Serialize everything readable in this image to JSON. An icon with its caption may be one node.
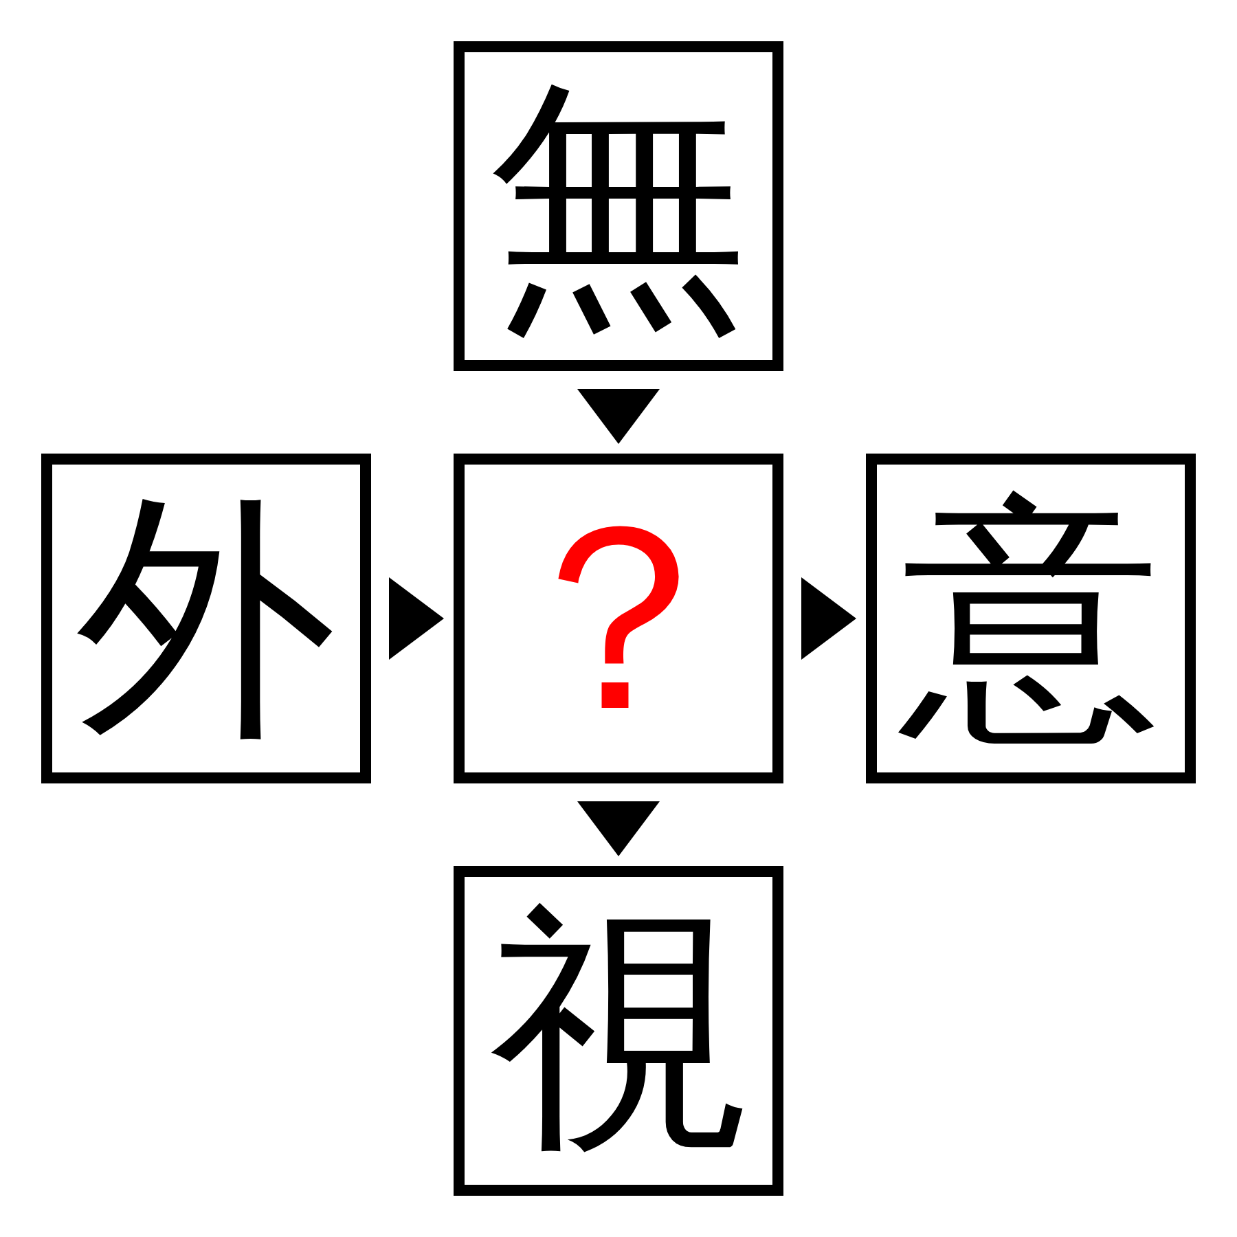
{
  "diagram": {
    "nodes": [
      {
        "text": [
          "無"
        ]
      },
      {
        "text": [
          "外"
        ]
      },
      {
        "text": [
          "？"
        ]
      },
      {
        "text": [
          "意"
        ]
      },
      {
        "text": [
          "視"
        ]
      }
    ],
    "edges": [
      {
        "from": 0,
        "to": 2,
        "arrow": "to"
      },
      {
        "from": 1,
        "to": 2,
        "arrow": "to"
      },
      {
        "from": 2,
        "to": 3,
        "arrow": "to"
      },
      {
        "from": 2,
        "to": 4,
        "arrow": "to"
      }
    ]
  }
}
